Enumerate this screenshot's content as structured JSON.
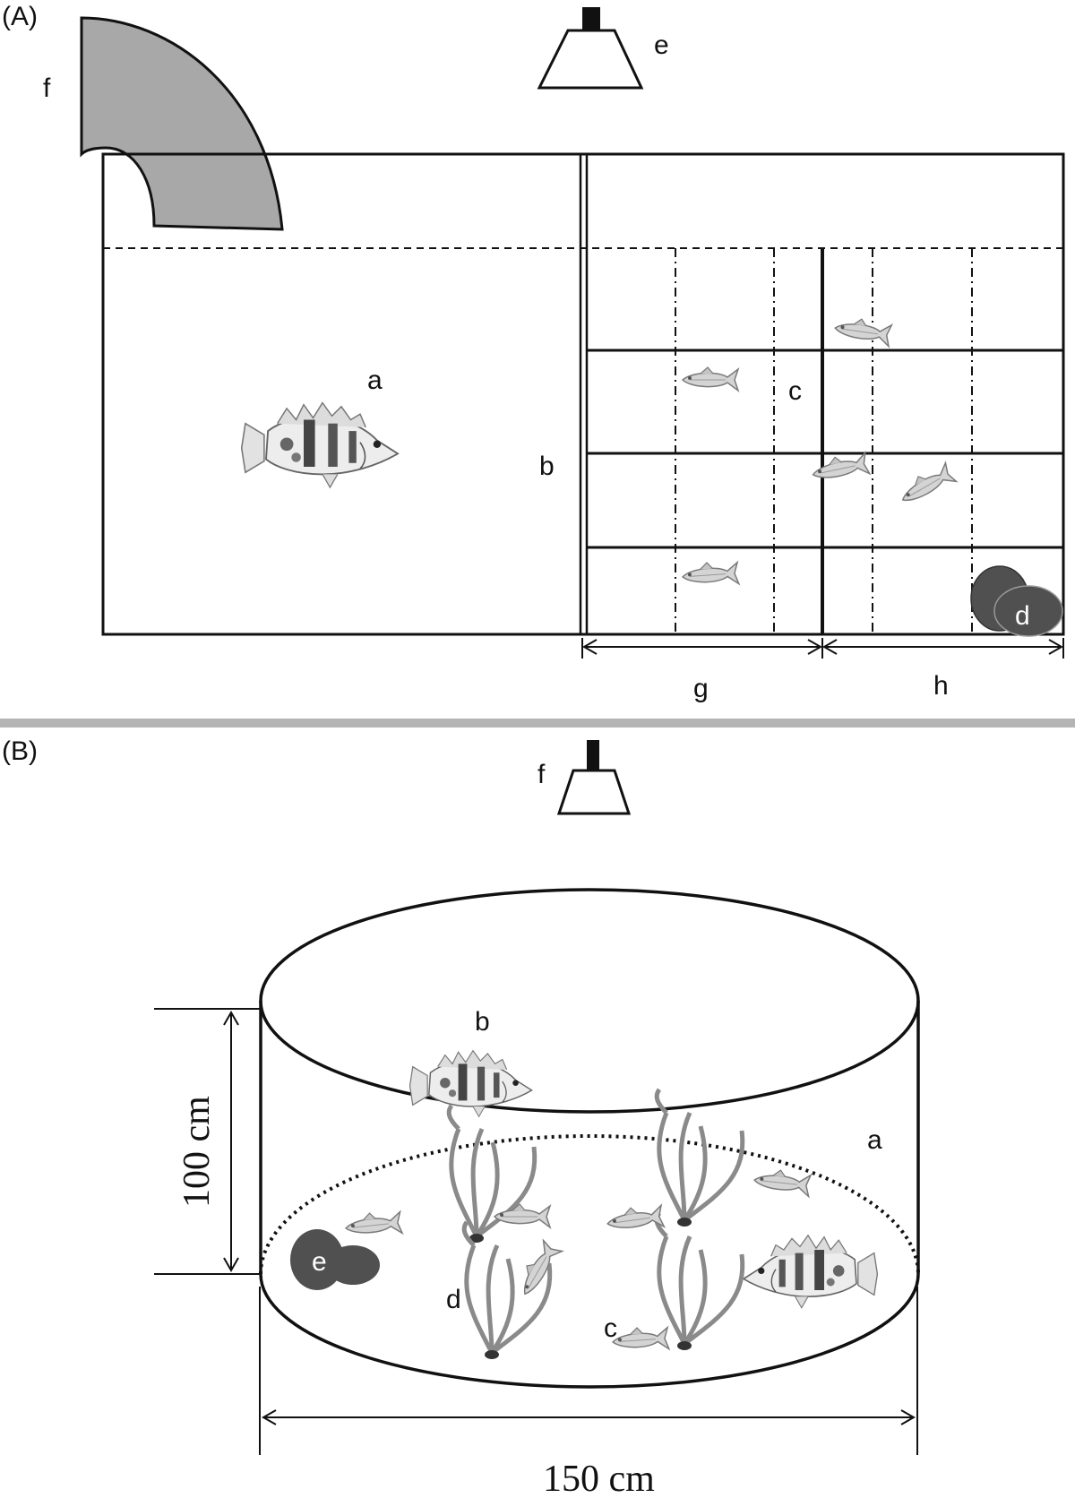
{
  "panel_a": {
    "tag": "(A)",
    "labels": {
      "a": "a",
      "b": "b",
      "c": "c",
      "d": "d",
      "e": "e",
      "f": "f",
      "g": "g",
      "h": "h"
    }
  },
  "panel_b": {
    "tag": "(B)",
    "labels": {
      "a": "a",
      "b": "b",
      "c": "c",
      "d": "d",
      "e": "e",
      "f": "f"
    },
    "height_label": "100 cm",
    "width_label": "150 cm"
  },
  "colors": {
    "line": "#111111",
    "pipe": "#a8a8a8",
    "stone": "#505050",
    "plant": "#8a8a8a",
    "separator": "#b4b4b4"
  }
}
